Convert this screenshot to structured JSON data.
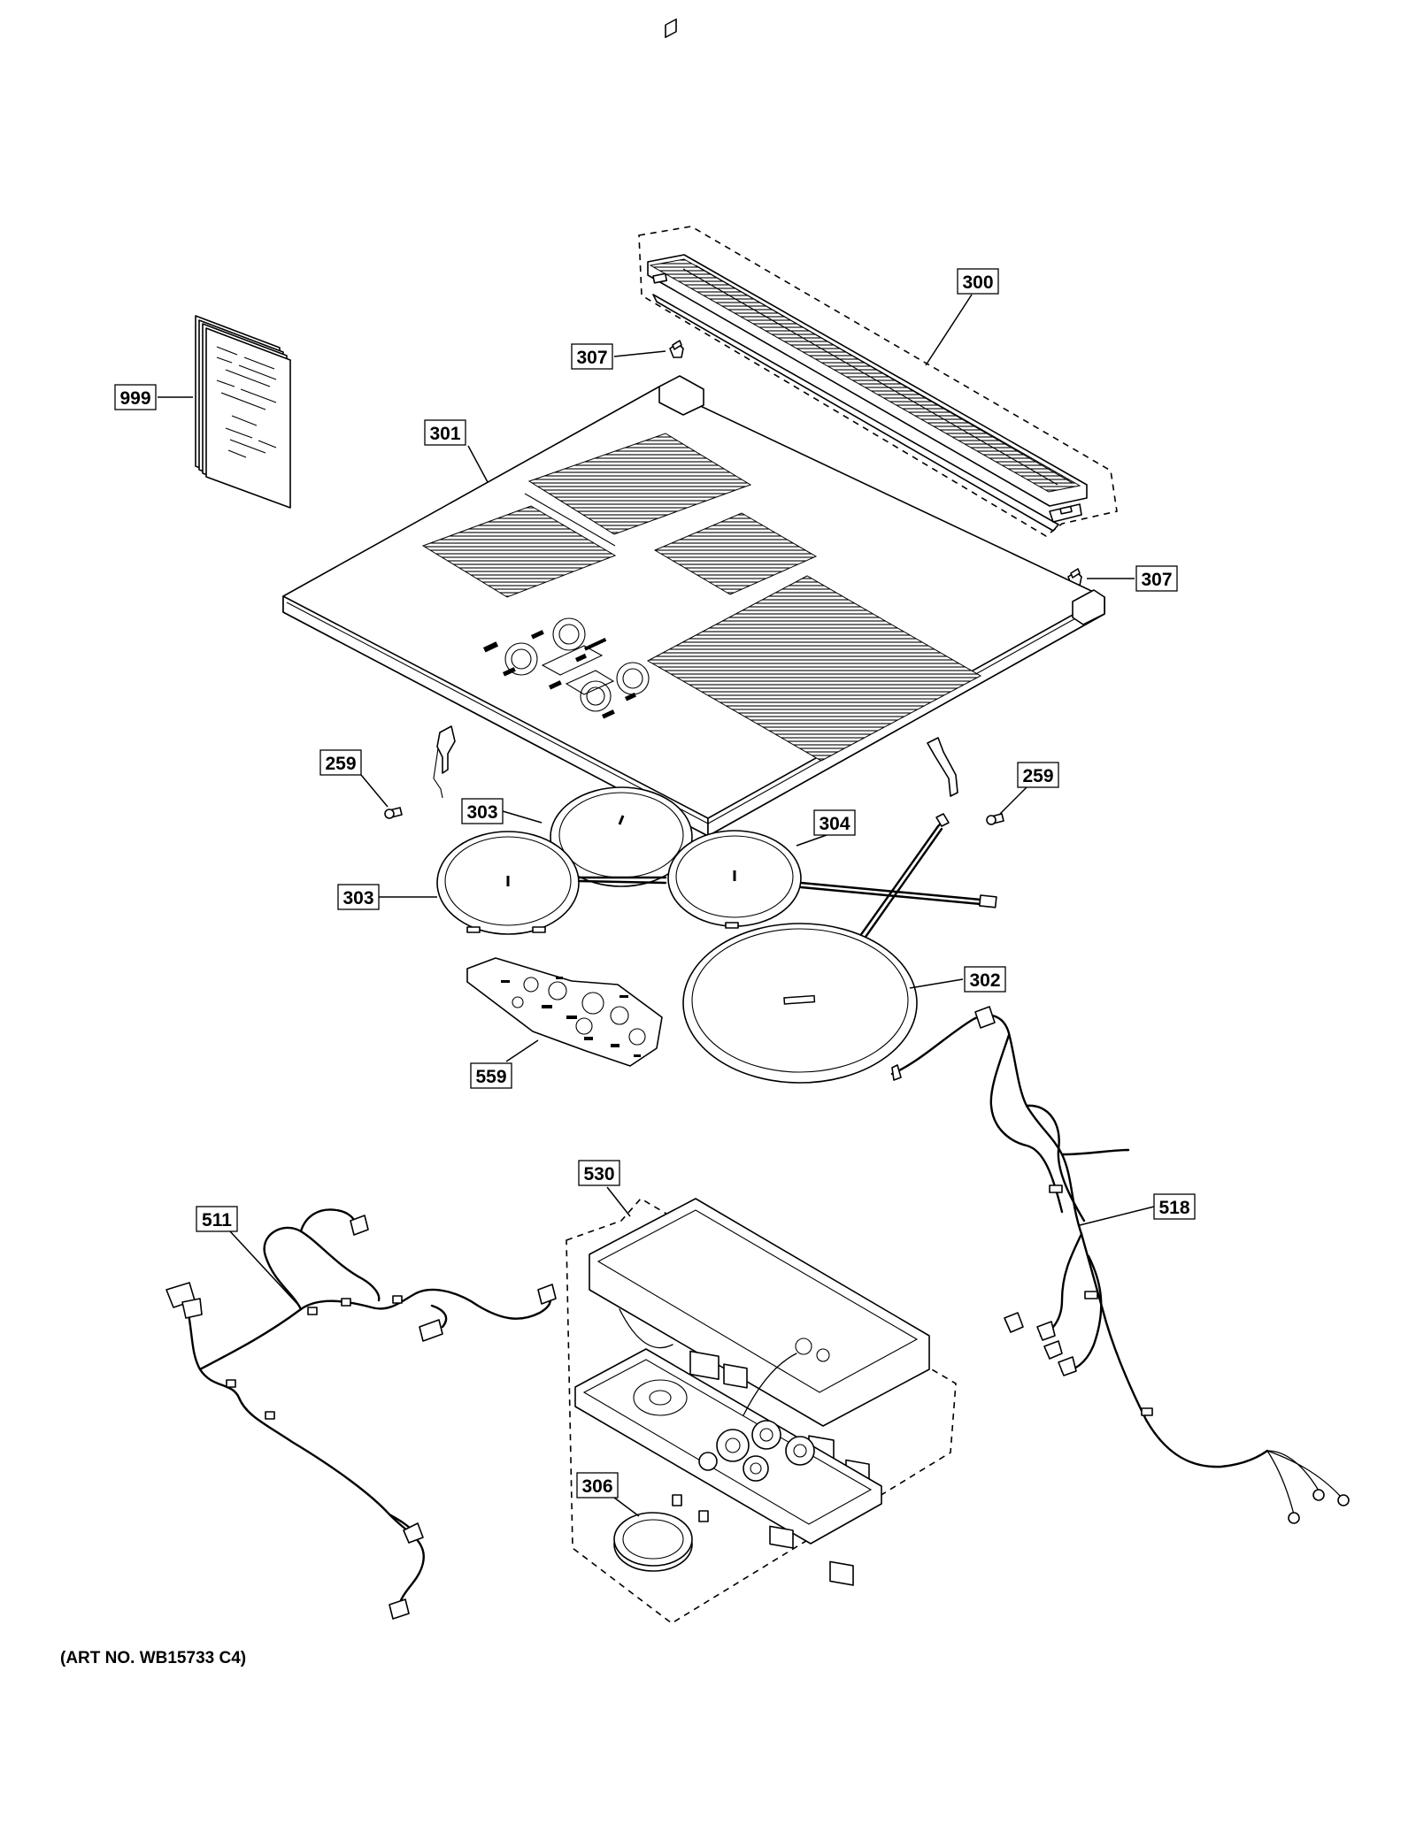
{
  "callouts": {
    "c300": "300",
    "c307a": "307",
    "c307b": "307",
    "c999": "999",
    "c301": "301",
    "c259a": "259",
    "c259b": "259",
    "c303a": "303",
    "c303b": "303",
    "c304": "304",
    "c302": "302",
    "c559": "559",
    "c530": "530",
    "c511": "511",
    "c518": "518",
    "c306": "306"
  },
  "art_number": "(ART NO. WB15733 C4)"
}
